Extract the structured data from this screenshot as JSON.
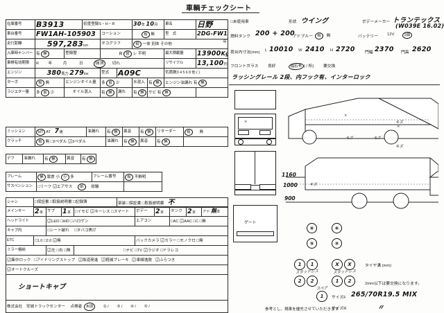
{
  "title": "車輌チェックシート",
  "left": {
    "row_stock": {
      "label_stock": "在庫番号",
      "stock_no": "B3913",
      "label_reg": "初度登録S・H・R",
      "reg_year": "30",
      "unit_year": "年",
      "reg_month": "10",
      "unit_month": "月",
      "label_name": "車名",
      "name": "日野"
    },
    "row_chassis": {
      "label_chassis": "車台番号",
      "chassis_no": "FW1AH-105903",
      "label_caution": "コーション",
      "caution_yes": "有",
      "caution_no": "無",
      "label_model": "型　式",
      "model": "2DG-FW1AHG"
    },
    "row_mileage": {
      "label_mileage": "走行距離",
      "mileage": "597,283",
      "unit": "km",
      "label_tacho": "タコグラフ",
      "t_yes": "有",
      "t_integrated": "一体",
      "t_separate": "別体",
      "t_other": "その他",
      "t_year": "年"
    },
    "row_number": {
      "label_number": "入庫時ナンバー",
      "n_yes": "有",
      "n_no": "無",
      "label_regcert": "登録歴",
      "r_self": "自",
      "r_business": "営",
      "r_rental": "レ",
      "r_unknown": "不明",
      "label_maxload": "最大積載量",
      "maxload": "13900",
      "maxload_unit": "Kg"
    },
    "row_inspection": {
      "label_insp": "車検有効期限",
      "era": "R",
      "y": "年",
      "m": "月",
      "d": "日",
      "cancelled": "抹消",
      "expired": "切れ",
      "label_recycle": "リサイクル",
      "recycle": "13,100",
      "recycle_unit": "円"
    },
    "row_engine": {
      "label_engine": "エンジン",
      "ps": "380",
      "ps_unit": "馬力",
      "kw": "279",
      "kw_unit": "kw",
      "label_type": "型式",
      "type": "A09C",
      "label_cyl": "気筒数",
      "cyl_opts": "3  4  5  6  8  他  (      )"
    },
    "row_turbo": {
      "label_turbo": "ターボ",
      "yes": "有",
      "no": "無",
      "label_oil": "エンジンオイル量",
      "much": "多",
      "ok": "良",
      "few": "少",
      "label_water": "水混入",
      "w_yes": "有",
      "w_no": "無",
      "label_leak": "エンジン油漏れ",
      "l_yes": "有",
      "l_no": "無"
    },
    "row_radiator": {
      "label_rad": "ラジエター量",
      "much": "多",
      "ok": "良",
      "few": "少",
      "label_oilmix": "オイル混入",
      "o_yes": "有",
      "o_no": "無",
      "label_leak": "漏れ",
      "lk_yes": "有",
      "lk_no": "無",
      "label_rust": "サビ",
      "r_yes": "有",
      "r_no": "無"
    },
    "row_mission": {
      "label_mission": "ミッション",
      "mt": "MT",
      "at": "AT",
      "speed": "7",
      "speed_unit": "速",
      "label_leak": "油漏れ",
      "yes": "有",
      "no": "無",
      "label_noise": "異音",
      "n_yes": "有",
      "n_no": "無",
      "label_retarder": "リターダー",
      "rt_yes": "有",
      "rt_no": "無"
    },
    "row_clutch": {
      "label_clutch": "クラッチ",
      "yes": "有",
      "no": "無",
      "pedal2": "2ペダル",
      "pedal3": "3ペダル",
      "label_leak": "油漏れ",
      "l_yes": "有",
      "l_no": "無",
      "label_noise": "異音",
      "n_yes": "有",
      "n_no": "無"
    },
    "row_diff": {
      "label_diff": "デフ",
      "label_leak": "油漏れ",
      "yes": "有",
      "no": "無",
      "label_noise": "異音",
      "n_yes": "有",
      "n_no": "無"
    },
    "row_frame": {
      "label_frame": "フレーム",
      "none": "無",
      "corrosion": "腐食",
      "small": "小",
      "many": "多",
      "label_frameno": "フレーム番号",
      "fn_yes": "有",
      "fn_unknown": "不鮮明"
    },
    "row_susp": {
      "label_susp": "サスペンション",
      "leaf": "リーフ",
      "air": "エアサス",
      "front": "前",
      "all": "総輪"
    },
    "row_shashi": {
      "label_shashi": "シャシ",
      "warranty": "保証書",
      "manual": "取扱説明書",
      "record": "記録簿",
      "label_body": "架装",
      "b_warranty": "保証書",
      "b_manual": "取扱説明書",
      "b_note": "不"
    },
    "row_key": {
      "label_key": "メインキー",
      "main_cnt": "2",
      "unit": "本",
      "label_sub": "サブ",
      "sub_cnt": "1",
      "sub_unit": "本",
      "immobi": "イモビ",
      "keyless": "キーレス",
      "smart": "スマート",
      "label_bodykey": "ボデー",
      "body_cnt": "2",
      "body_unit": "本",
      "label_tank": "タンク",
      "tank_cnt": "2",
      "tank_unit": "本",
      "label_ad": "アド",
      "ad_cnt": "無",
      "ad_unit": "本"
    },
    "row_light": {
      "label_light": "ヘッドライト",
      "led": "LED",
      "hid": "HID",
      "halogen": "ハロゲン",
      "label_ac": "エアコン",
      "ac": "AC",
      "aac": "AAC",
      "c": "C",
      "none": "無"
    },
    "row_cabin": {
      "label_cabin": "キャブ内",
      "seat_tear": "シート破れ",
      "cig_burn": "タバコ焦げ"
    },
    "row_etc": {
      "label_etc": "ETC",
      "v10": "1.0",
      "v20": "2.0",
      "none": "無",
      "label_camera": "バックカメラ",
      "color": "カラー",
      "mono": "モノクロ",
      "cam_none": "無"
    },
    "row_mirror": {
      "label_mirror": "ミラー格納",
      "left": "左",
      "right": "右",
      "none": "無",
      "navi": "ナビ",
      "tv": "TV",
      "radio": "ラジオ",
      "drive_rec": "ドラレコ"
    },
    "row_assist": {
      "center_lock": "集中ロック",
      "idling_stop": "アイドリングストップ",
      "hill_start": "坂道発進",
      "brake_assist": "軽減ブレーキ",
      "lane_dep": "車線逸脱",
      "sway": "ふらつき"
    },
    "row_cruise": {
      "auto_cruise": "オートクルーズ"
    },
    "memo": "ショートキャブ",
    "footer": {
      "company": "株式会社　安城トラックセンター",
      "inspector_label": "点検者",
      "stamp": "木田",
      "items": [
        "②  /",
        "③  /",
        "④  /",
        "⑤  /"
      ]
    }
  },
  "right": {
    "unused": "未使用車",
    "label_shape": "形状",
    "shape": "ウイング",
    "label_bodymaker": "ボデーメーカー",
    "bodymaker": "トランテックス",
    "bodymaker_sub": "(W039E 16.02)",
    "label_fueltank": "燃料タンク",
    "fueltank": "200 + 200",
    "label_adblue": "アドブルー",
    "adblue_yes": "有",
    "adblue_no": "無",
    "label_battery": "バッテリー",
    "battery_v": "12V",
    "battery_cnt": "2個",
    "label_inner": "荷台内寸法(mm)",
    "dim_l_label": "L",
    "dim_l": "10010",
    "dim_w_label": "W",
    "dim_w": "2410",
    "dim_h_label": "H",
    "dim_h": "2720",
    "door_w_label": "門幅",
    "door_w": "2370",
    "door_h_label": "門高",
    "door_h": "2620",
    "label_glass": "フロントガラス",
    "glass_good": "良好",
    "glass_chip": "飛石有",
    "glass_chip_cnt": "(  /  所)",
    "glass_replace": "要交換",
    "note_line": "ラッシングレール 2段、内フック有、インターロック",
    "diagram": {
      "height_1": "1160",
      "height_2": "1000",
      "height_3": "900",
      "mark_top": "キズ",
      "mark_side": "キズ",
      "mark_rear": "キズ",
      "mark_cab": "キズ",
      "gate_label": "ゲート"
    },
    "tires": {
      "axle_labels": [
        "⑥",
        "⑥",
        "⑤",
        "⑤"
      ],
      "front_left": "1",
      "front_right": "1",
      "front_note": "スタッドレス",
      "rear_left": "X",
      "rear_right": "X",
      "rear_note": "スタッドレス",
      "mid_left": "2",
      "mid_right": "2",
      "mid2_left": "1",
      "mid2_right": "2",
      "spare_label": "スペア",
      "spare": "1",
      "depth_label": "タイヤ溝 (mm)",
      "warning": "2mm以下は要交換になります。",
      "size_f_label": "サイズF",
      "size_f": "265/70R19.5 MIX",
      "size_r_label": "サイズR",
      "size_r": "〃"
    },
    "disclaimer": "参考とし、現車を優先させていただきます"
  }
}
